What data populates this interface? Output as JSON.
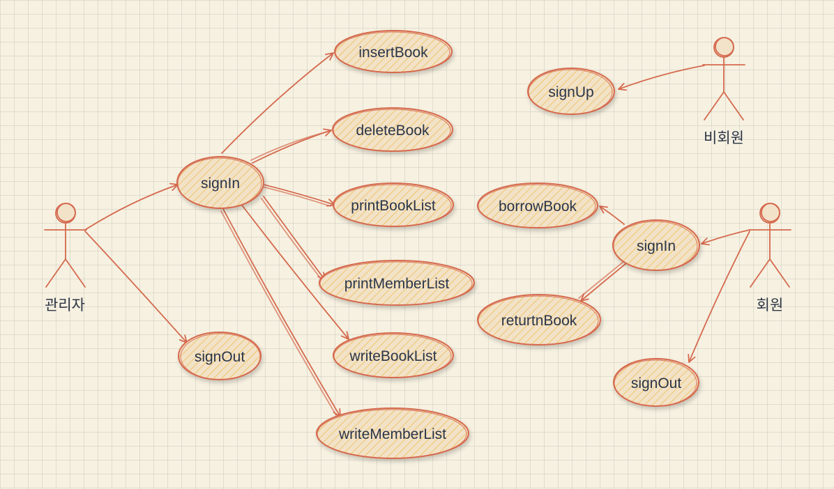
{
  "colors": {
    "stroke": "#d5694e",
    "fill": "#f2e2c8",
    "hatch": "#efcf88",
    "text": "#2c3446"
  },
  "actors": {
    "admin": {
      "label": "관리자"
    },
    "guest": {
      "label": "비회원"
    },
    "member": {
      "label": "회원"
    }
  },
  "usecases": {
    "admin_signin": "signIn",
    "admin_signout": "signOut",
    "insert_book": "insertBook",
    "delete_book": "deleteBook",
    "print_book_list": "printBookList",
    "print_member_list": "printMemberList",
    "write_book_list": "writeBookList",
    "write_member_list": "writeMemberList",
    "sign_up": "signUp",
    "borrow_book": "borrowBook",
    "member_signin": "signIn",
    "return_book": "returtnBook",
    "member_signout": "signOut"
  }
}
